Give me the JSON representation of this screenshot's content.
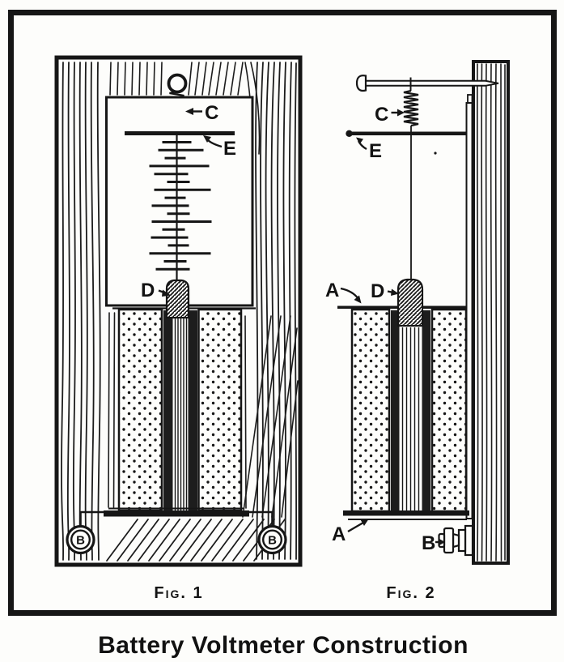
{
  "title": "Battery Voltmeter Construction",
  "colors": {
    "ink": "#161616",
    "paper": "#fdfdfb"
  },
  "figures": [
    {
      "id": "fig1",
      "caption": "Fig. 1",
      "labels": {
        "spring": "C",
        "pointer": "E",
        "weight": "D",
        "terminal_left": "B",
        "terminal_right": "B"
      }
    },
    {
      "id": "fig2",
      "caption": "Fig. 2",
      "labels": {
        "spring": "C",
        "pointer": "E",
        "weight": "D",
        "shelf_top": "A",
        "shelf_bottom": "A",
        "terminal": "B"
      }
    }
  ],
  "scale": {
    "axis_x": 218.5,
    "start_y": 175.5,
    "tick_spacing": 9.8,
    "tick_stroke": 3,
    "tick_widths": [
      36,
      56,
      26,
      74,
      42,
      28,
      70,
      26,
      46,
      28,
      74,
      28,
      46,
      26,
      76,
      28,
      42
    ],
    "tick_offsets": [
      0,
      5,
      -2,
      3,
      -7,
      2,
      7,
      -2,
      -8,
      2,
      6,
      -4,
      -9,
      2,
      4,
      -2,
      -5
    ]
  }
}
